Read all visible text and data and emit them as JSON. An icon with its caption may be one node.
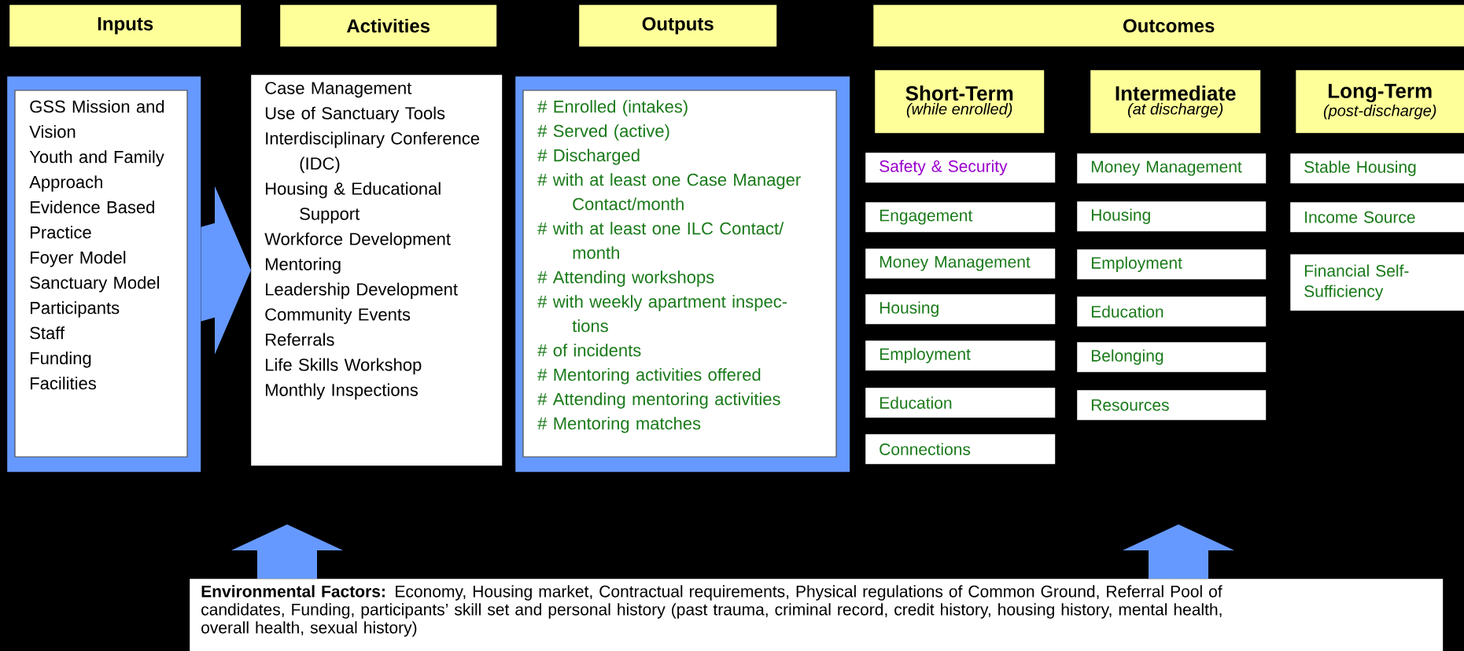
{
  "diagram": {
    "nodes": [
      {
        "text": [
          "Inputs"
        ]
      },
      {
        "text": [
          "Activities"
        ]
      },
      {
        "text": [
          "Outputs"
        ]
      },
      {
        "text": [
          "Outcomes"
        ]
      },
      {
        "text": [
          "GSS Mission and Vision",
          "Youth and Family Approach",
          "Evidence Based Practice",
          "Foyer Model",
          "Sanctuary Model",
          "Participants",
          "Staff",
          "Funding",
          "Facilities"
        ]
      },
      {
        "text": [
          "Case Management",
          "Use of Sanctuary Tools",
          "Interdisciplinary Conference (IDC)",
          "Housing & Educational Support",
          "Workforce Development",
          "Mentoring",
          "Leadership Development",
          "Community Events",
          "Referrals",
          "Life Skills Workshop",
          "Monthly Inspections"
        ]
      },
      {
        "text": [
          "# Enrolled (intakes)",
          "# Served (active)",
          "# Discharged",
          "# with at least one Case Manager Contact/month",
          "# with at least one ILC Contact/ month",
          "# Attending workshops",
          "# with weekly apartment inspec- tions",
          "# of incidents",
          "# Mentoring activities offered",
          "# Attending mentoring activities",
          "# Mentoring matches"
        ]
      },
      {
        "text": [
          "Short-Term",
          "(while enrolled)"
        ]
      },
      {
        "text": [
          "Intermediate",
          "(at discharge)"
        ]
      },
      {
        "text": [
          "Long-Term",
          "(post-discharge)"
        ]
      },
      {
        "text": [
          "Safety & Security"
        ]
      },
      {
        "text": [
          "Engagement"
        ]
      },
      {
        "text": [
          "Money Management"
        ]
      },
      {
        "text": [
          "Housing"
        ]
      },
      {
        "text": [
          "Employment"
        ]
      },
      {
        "text": [
          "Education"
        ]
      },
      {
        "text": [
          "Connections"
        ]
      },
      {
        "text": [
          "Money Management"
        ]
      },
      {
        "text": [
          "Housing"
        ]
      },
      {
        "text": [
          "Employment"
        ]
      },
      {
        "text": [
          "Education"
        ]
      },
      {
        "text": [
          "Belonging"
        ]
      },
      {
        "text": [
          "Resources"
        ]
      },
      {
        "text": [
          "Stable Housing"
        ]
      },
      {
        "text": [
          "Income Source"
        ]
      },
      {
        "text": [
          "Financial Self-Sufficiency"
        ]
      },
      {
        "text": [
          "**Environmental Factors:** Economy, Housing market, Contractual requirements, Physical regulations of Common Ground, Referral Pool of candidates, Funding, participants’ skill set and personal history (past trauma, criminal record, credit history, housing history, mental health, overall health, sexual history)"
        ]
      }
    ],
    "edges": [
      {
        "from": 4,
        "to": 5,
        "arrow": "to"
      },
      {
        "from": 26,
        "to": null,
        "arrow": "to"
      },
      {
        "from": 26,
        "to": null,
        "arrow": "to"
      }
    ]
  }
}
